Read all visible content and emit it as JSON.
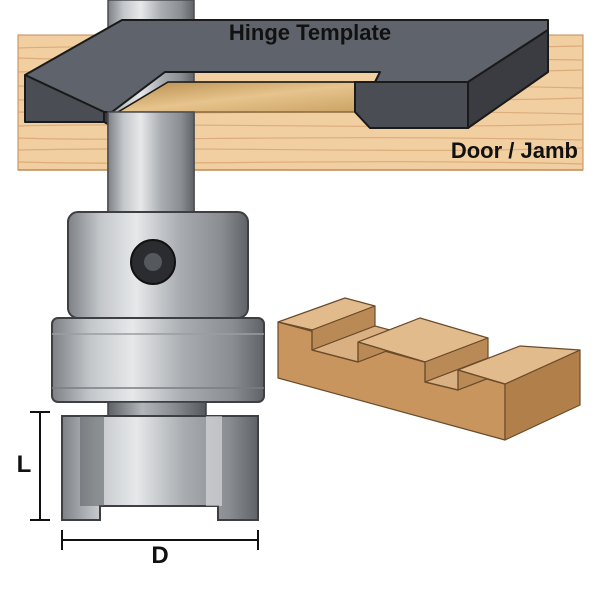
{
  "labels": {
    "hinge_template": "Hinge Template",
    "door_jamb": "Door / Jamb",
    "length": "L",
    "diameter": "D"
  },
  "colors": {
    "wood": "#f2cfa1",
    "wood_grain": "#d9a676",
    "template": "#54575f",
    "template_top": "#5f636b",
    "template_edge": "#3a3c42",
    "mortise": "#c99b57",
    "metal_light": "#d0d3d6",
    "metal_dark": "#6d7075",
    "block_top": "#d9b082",
    "block_front": "#c8955e",
    "block_side": "#b07f4a"
  }
}
